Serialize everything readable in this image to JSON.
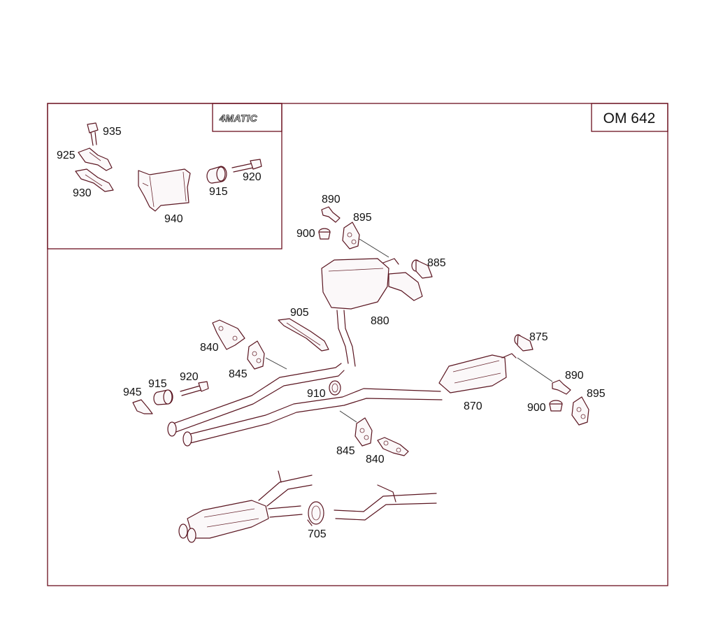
{
  "model_code": "OM 642",
  "badge": "4MATIC",
  "inset_labels": {
    "l935": "935",
    "l925": "925",
    "l930": "930",
    "l940": "940",
    "l915": "915",
    "l920": "920"
  },
  "labels": {
    "l890a": "890",
    "l895a": "895",
    "l900a": "900",
    "l885": "885",
    "l880": "880",
    "l905": "905",
    "l840a": "840",
    "l845a": "845",
    "l945": "945",
    "l915b": "915",
    "l920b": "920",
    "l910": "910",
    "l875": "875",
    "l890b": "890",
    "l895b": "895",
    "l900b": "900",
    "l870": "870",
    "l845b": "845",
    "l840b": "840",
    "l705": "705"
  },
  "colors": {
    "frame": "#6b0f1e",
    "line": "#5a1520",
    "text": "#111111"
  }
}
